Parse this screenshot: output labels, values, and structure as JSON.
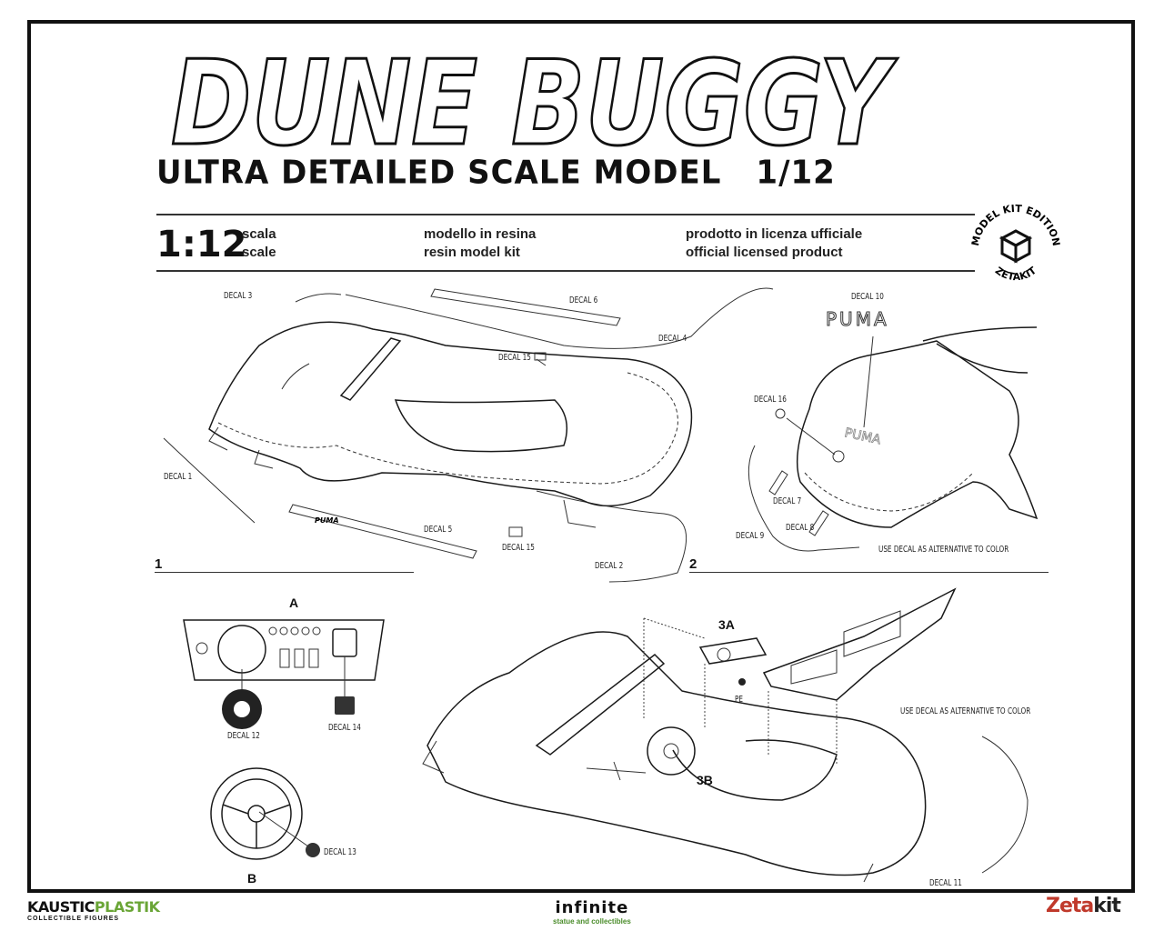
{
  "title": "DUNE BUGGY",
  "subtitle": "ULTRA DETAILED SCALE MODEL",
  "subtitle_scale": "1/12",
  "specs": {
    "scale_big": "1:12",
    "scale_it": "scala",
    "scale_en": "scale",
    "kit_it": "modello in resina",
    "kit_en": "resin model kit",
    "license_it": "prodotto in licenza ufficiale",
    "license_en": "official licensed product"
  },
  "badge": {
    "top_text": "MODEL KIT EDITION",
    "bottom_text": "ZETAKIT"
  },
  "steps": {
    "step1": "1",
    "step2": "2"
  },
  "decals": {
    "d1": "DECAL 1",
    "d2": "DECAL 2",
    "d3": "DECAL 3",
    "d4": "DECAL 4",
    "d5": "DECAL 5",
    "d6": "DECAL 6",
    "d7": "DECAL 7",
    "d8": "DECAL 8",
    "d9": "DECAL 9",
    "d10": "DECAL 10",
    "d11": "DECAL 11",
    "d12": "DECAL 12",
    "d13": "DECAL 13",
    "d14": "DECAL 14",
    "d15a": "DECAL 15",
    "d15b": "DECAL 15",
    "d16": "DECAL 16"
  },
  "notes": {
    "alt_color_1": "USE DECAL AS ALTERNATIVE TO COLOR",
    "alt_color_2": "USE DECAL AS ALTERNATIVE TO COLOR"
  },
  "puma_text": "PUMA",
  "puma_small": "PUMA",
  "parts": {
    "a": "A",
    "b": "B",
    "three_a": "3A",
    "three_b": "3B",
    "pe": "PE"
  },
  "footer": {
    "kaustic_1": "KAUSTIC",
    "kaustic_2": "PLASTIK",
    "kaustic_sub": "COLLECTIBLE FIGURES",
    "infinite": "infinite",
    "infinite_sub": "statue and collectibles",
    "zeta": "Zeta",
    "zeta_kit": "kit"
  }
}
